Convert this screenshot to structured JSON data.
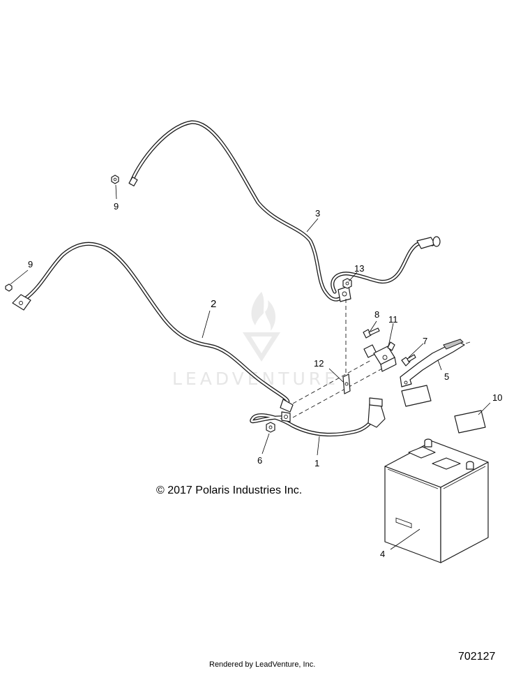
{
  "callouts": {
    "c1": "1",
    "c2": "2",
    "c3": "3",
    "c4": "4",
    "c5": "5",
    "c6": "6",
    "c7": "7",
    "c8": "8",
    "c9a": "9",
    "c9b": "9",
    "c10": "10",
    "c11": "11",
    "c12": "12",
    "c13": "13"
  },
  "copyright": "© 2017 Polaris Industries Inc.",
  "watermark": "LEADVENTURE",
  "footer": "Rendered by LeadVenture, Inc.",
  "figure_number": "702127"
}
